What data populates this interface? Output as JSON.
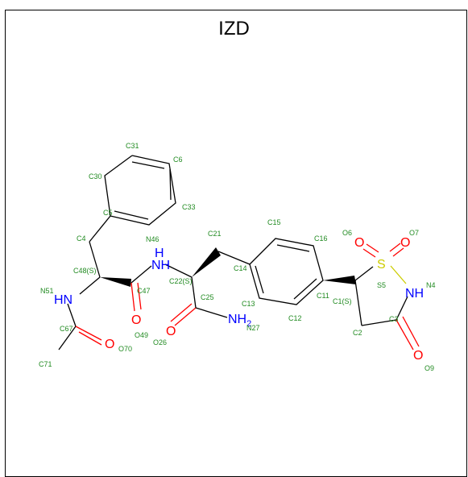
{
  "title": "IZD",
  "colors": {
    "carbon": "#000000",
    "oxygen": "#ff0000",
    "nitrogen": "#0000ff",
    "sulfur": "#cccc00",
    "label": "#228b22"
  },
  "atoms": {
    "hn51": "HN",
    "o70": "O",
    "nh_amide": "NH",
    "h_amide": "H",
    "o47": "O",
    "o26": "O",
    "nh2": "NH",
    "nh2_sub": "2",
    "s5": "S",
    "o6": "O",
    "o7": "O",
    "nh4": "NH",
    "o9": "O"
  },
  "labels": {
    "c31": "C31",
    "c6": "C6",
    "c30": "C30",
    "c5": "C5",
    "c33": "C33",
    "c4": "C4",
    "n46": "N46",
    "c21": "C21",
    "c15": "C15",
    "c16": "C16",
    "o6": "O6",
    "o7": "O7",
    "c48": "C48(S)",
    "c14": "C14",
    "c22": "C22(S)",
    "n51": "N51",
    "c47": "C47",
    "c25": "C25",
    "s5": "S5",
    "n4": "N4",
    "c13": "C13",
    "c11": "C11",
    "c1": "C1(S)",
    "n27": "N27",
    "c12": "C12",
    "c3": "C3",
    "c67": "C67",
    "c2": "C2",
    "o49": "O49",
    "o70": "O70",
    "o26": "O26",
    "c71": "C71",
    "o9": "O9"
  }
}
